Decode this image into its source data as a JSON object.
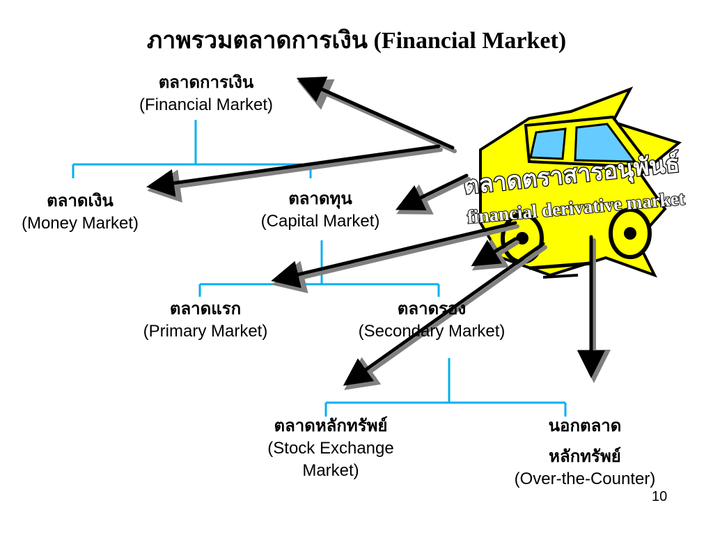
{
  "title": "ภาพรวมตลาดการเงิน (Financial Market)",
  "nodes": {
    "financial": {
      "th": "ตลาดการเงิน",
      "en": "(Financial Market)"
    },
    "money": {
      "th": "ตลาดเงิน",
      "en": "(Money Market)"
    },
    "capital": {
      "th": "ตลาดทุน",
      "en": "(Capital Market)"
    },
    "primary": {
      "th": "ตลาดแรก",
      "en": "(Primary Market)"
    },
    "secondary": {
      "th": "ตลาดรอง",
      "en": "(Secondary Market)"
    },
    "stock_exchange": {
      "th": "ตลาดหลักทรัพย์",
      "en_line1": "(Stock Exchange",
      "en_line2": "Market)"
    },
    "otc": {
      "th_line1": "นอกตลาด",
      "th_line2": "หลักทรัพย์",
      "en": "(Over-the-Counter)"
    }
  },
  "derivative_car": {
    "th": "ตลาดตราสารอนุพันธ์",
    "en": "financial derivative market"
  },
  "page_number": "10",
  "colors": {
    "connector": "#00b0f0",
    "arrow": "#000000",
    "arrow_shadow": "#808080",
    "car_body": "#ffff00",
    "car_window": "#66ccff"
  },
  "icons": [
    "car-icon",
    "arrow"
  ]
}
